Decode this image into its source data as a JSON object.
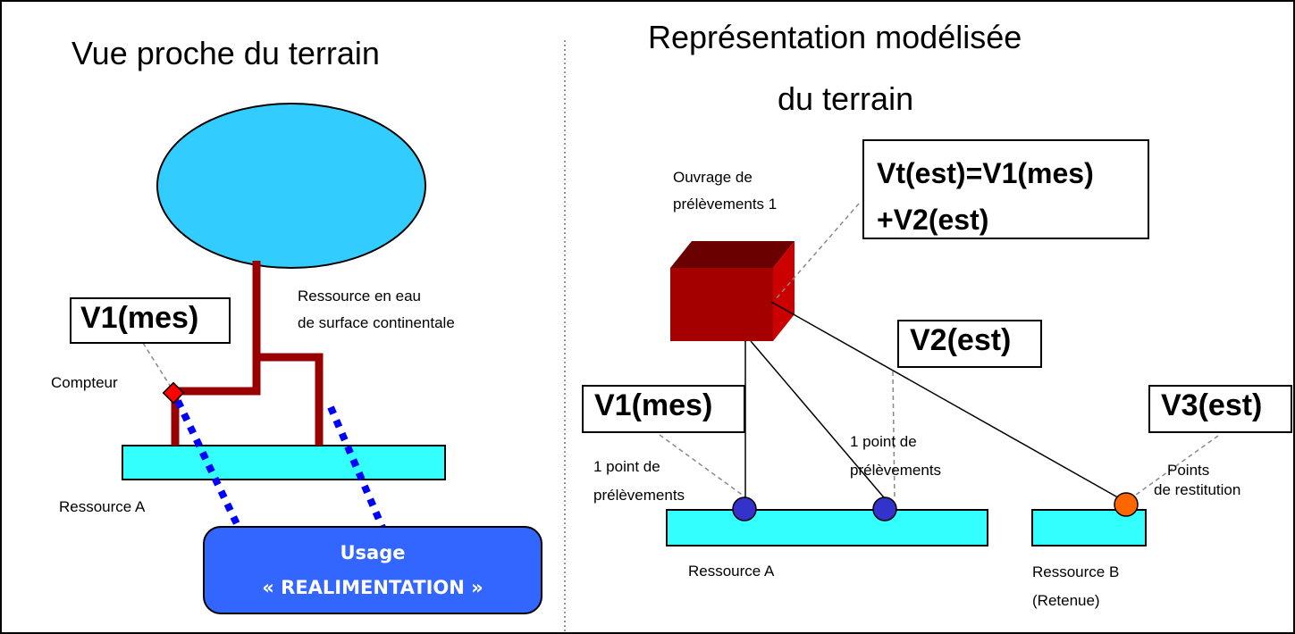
{
  "left_panel": {
    "title": "Vue proche du terrain",
    "compteur_label": "Compteur",
    "resource_label_line1": "Ressource en eau",
    "resource_label_line2": "de surface continentale",
    "ressource_a_label": "Ressource A",
    "v1_box": "V1(mes)",
    "usage_line1": "Usage",
    "usage_line2": "« REALIMENTATION »"
  },
  "right_panel": {
    "title_line1": "Représentation modélisée",
    "title_line2": "du terrain",
    "ouvrage_line1": "Ouvrage de",
    "ouvrage_line2": "prélèvements 1",
    "vt_line1": "Vt(est)=V1(mes)",
    "vt_line2": "+V2(est)",
    "v1_box": "V1(mes)",
    "v2_box": "V2(est)",
    "v3_box": "V3(est)",
    "point1_line1": "1 point de",
    "point1_line2": "prélèvements",
    "point2_line1": "1 point de",
    "point2_line2": "prélèvements",
    "restitution_line1": "Points",
    "restitution_line2": "de restitution",
    "ressource_a_label": "Ressource A",
    "ressource_b_line1": "Ressource B",
    "ressource_b_line2": "(Retenue)"
  },
  "colors": {
    "water": "#33ccff",
    "resource_bar": "#33ffff",
    "pipe": "#990000",
    "usage": "#3366ff",
    "dotted_link": "#0000ff",
    "ouvrage_front": "#a50000",
    "ouvrage_top": "#6b0000",
    "ouvrage_side": "#cc0000",
    "meter": "#ff0000",
    "point_prelevement": "#3333cc",
    "point_restitution": "#ff6600"
  }
}
